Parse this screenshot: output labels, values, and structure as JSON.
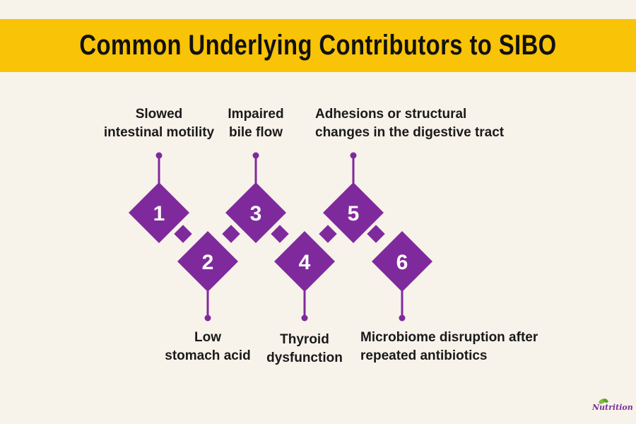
{
  "title": "Common Underlying Contributors to SIBO",
  "colors": {
    "title_bar": "#f9c307",
    "background": "#f7f2ea",
    "diamond": "#7f2a9c",
    "connector": "#7f2a9c",
    "text": "#1a1a1a"
  },
  "steps": [
    {
      "number": "1",
      "label": "Slowed\nintestinal motility"
    },
    {
      "number": "2",
      "label": "Low\nstomach acid"
    },
    {
      "number": "3",
      "label": "Impaired\nbile flow"
    },
    {
      "number": "4",
      "label": "Thyroid\ndysfunction"
    },
    {
      "number": "5",
      "label": "Adhesions or structural\nchanges in the digestive tract"
    },
    {
      "number": "6",
      "label": "Microbiome disruption after\nrepeated antibiotics"
    }
  ],
  "logo": {
    "text": "Nutrition"
  }
}
